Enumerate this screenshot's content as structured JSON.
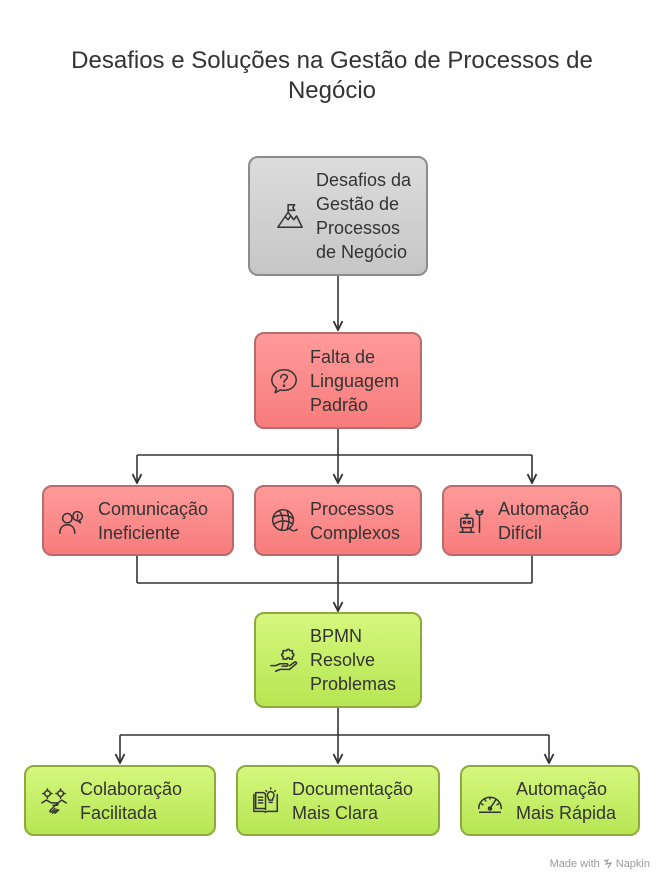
{
  "title": {
    "line1": "Desafios e Soluções na Gestão de Processos de",
    "line2": "Negócio"
  },
  "nodes": {
    "root": {
      "label": "Desafios da\nGestão de\nProcessos\nde Negócio",
      "icon": "mountain-flag-icon"
    },
    "falta": {
      "label": "Falta de\nLinguagem\nPadrão",
      "icon": "question-bubble-icon"
    },
    "comunicacao": {
      "label": "Comunicação\nIneficiente",
      "icon": "person-speaking-icon"
    },
    "processos": {
      "label": "Processos\nComplexos",
      "icon": "tangled-yarn-icon"
    },
    "automacao": {
      "label": "Automação\nDifícil",
      "icon": "robot-wrench-icon"
    },
    "bpmn": {
      "label": "BPMN\nResolve\nProblemas",
      "icon": "hand-puzzle-icon"
    },
    "colaboracao": {
      "label": "Colaboração\nFacilitada",
      "icon": "handshake-gears-icon"
    },
    "documentacao": {
      "label": "Documentação\nMais Clara",
      "icon": "book-lightbulb-icon"
    },
    "automacao_rapida": {
      "label": "Automação\nMais Rápida",
      "icon": "speedometer-icon"
    }
  },
  "footer": {
    "text": "Made with",
    "brand": "Napkin"
  },
  "colors": {
    "root_fill": "#d0d0d0",
    "problem_fill": "#f88a8a",
    "solution_fill": "#c6ee67",
    "connector": "#333333"
  }
}
